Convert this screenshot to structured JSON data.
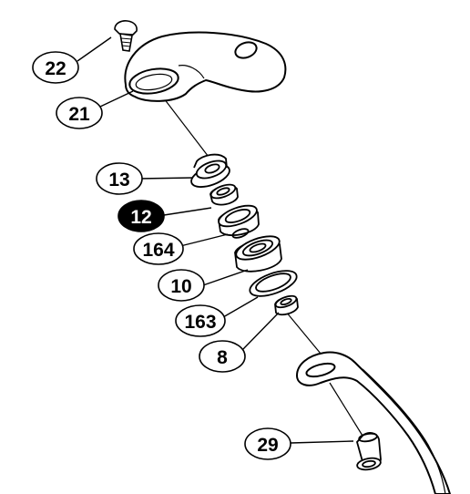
{
  "diagram": {
    "callouts": [
      {
        "id": "c22",
        "label": "22",
        "highlighted": false
      },
      {
        "id": "c21",
        "label": "21",
        "highlighted": false
      },
      {
        "id": "c13",
        "label": "13",
        "highlighted": false
      },
      {
        "id": "c12",
        "label": "12",
        "highlighted": true
      },
      {
        "id": "c164",
        "label": "164",
        "highlighted": false
      },
      {
        "id": "c10",
        "label": "10",
        "highlighted": false
      },
      {
        "id": "c163",
        "label": "163",
        "highlighted": false
      },
      {
        "id": "c8",
        "label": "8",
        "highlighted": false
      },
      {
        "id": "c29",
        "label": "29",
        "highlighted": false
      }
    ],
    "colors": {
      "line": "#000000",
      "fill": "#ffffff",
      "highlight_fill": "#000000",
      "highlight_text": "#ffffff"
    }
  }
}
